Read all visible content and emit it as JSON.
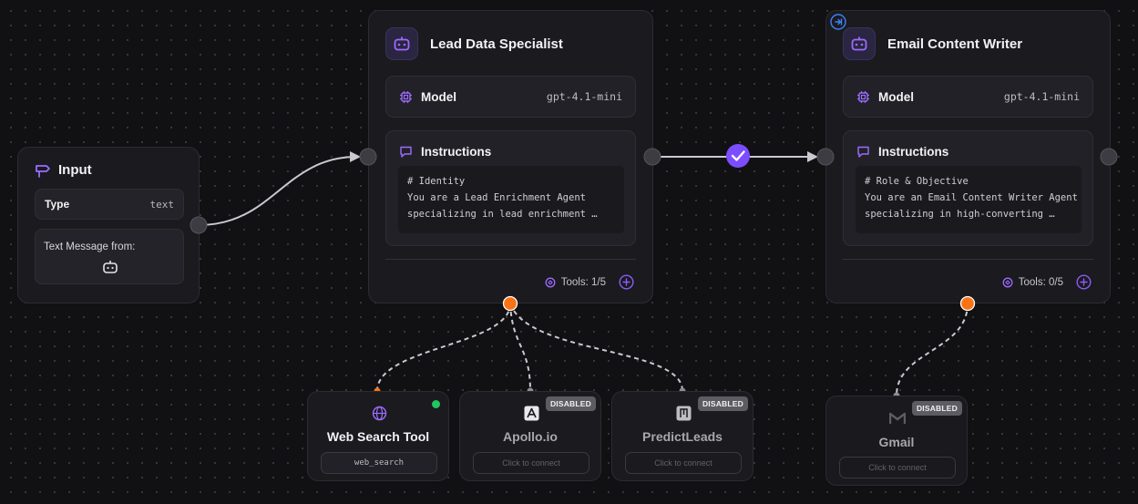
{
  "colors": {
    "accent": "#8b5cf6",
    "check": "#7c4dff",
    "tool_port": "#f97316",
    "online": "#22c55e",
    "edge": "#c9c9cf"
  },
  "input_node": {
    "icon": "signpost-icon",
    "title": "Input",
    "type_label": "Type",
    "type_value": "text",
    "message_label": "Text Message from:",
    "message_icon": "bot-icon"
  },
  "agents": [
    {
      "icon": "bot-icon",
      "title": "Lead Data Specialist",
      "model_label": "Model",
      "model_value": "gpt-4.1-mini",
      "instructions_label": "Instructions",
      "instructions_text": "# Identity\nYou are a Lead Enrichment Agent\nspecializing in lead enrichment …",
      "tools_text": "Tools: 1/5"
    },
    {
      "icon": "bot-icon",
      "corner_icon": "entry-icon",
      "title": "Email Content Writer",
      "model_label": "Model",
      "model_value": "gpt-4.1-mini",
      "instructions_label": "Instructions",
      "instructions_text": "# Role & Objective\nYou are an Email Content Writer Agent\nspecializing in high-converting …",
      "tools_text": "Tools: 0/5"
    }
  ],
  "tools": [
    {
      "name": "Web Search Tool",
      "icon": "globe-icon",
      "pill": "web_search",
      "status": "online"
    },
    {
      "name": "Apollo.io",
      "icon": "apollo-logo-icon",
      "badge": "DISABLED",
      "pill": "Click to connect"
    },
    {
      "name": "PredictLeads",
      "icon": "predictleads-logo-icon",
      "badge": "DISABLED",
      "pill": "Click to connect"
    },
    {
      "name": "Gmail",
      "icon": "gmail-logo-icon",
      "badge": "DISABLED",
      "pill": "Click to connect"
    }
  ]
}
